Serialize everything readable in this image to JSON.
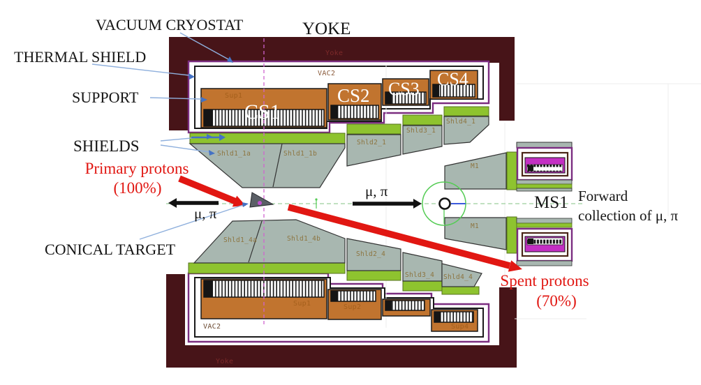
{
  "callouts": {
    "vacuum_cryostat": "VACUUM CRYOSTAT",
    "yoke_title": "YOKE",
    "thermal_shield": "THERMAL SHIELD",
    "support": "SUPPORT",
    "shields": "SHIELDS",
    "conical_target": "CONICAL TARGET"
  },
  "beams": {
    "primary_line1": "Primary protons",
    "primary_line2": "(100%)",
    "spent_line1": "Spent protons",
    "spent_line2": "(70%)",
    "mu_pi": "μ, π",
    "forward_line1": "Forward",
    "forward_line2": "collection of μ, π",
    "ms1": "MS1"
  },
  "parts": {
    "yoke": "Yoke",
    "vac2": "VAC2",
    "cs1": "CS1",
    "cs2": "CS2",
    "cs3": "CS3",
    "cs4": "CS4",
    "sup1": "Sup1",
    "sup2": "Sup2",
    "sup4": "Sup4",
    "shld1_1a": "Shld1_1a",
    "shld1_1b": "Shld1_1b",
    "shld2_1": "Shld2_1",
    "shld3_1": "Shld3_1",
    "shld4_1": "Shld4_1",
    "shld1_4a": "Shld1_4a",
    "shld1_4b": "Shld1_4b",
    "shld2_4": "Shld2_4",
    "shld3_4": "Shld3_4",
    "shld4_4": "Shld4_4",
    "m1": "M1"
  },
  "colors": {
    "yoke_maroon": "#471418",
    "cryostat_purple": "#7b2d80",
    "coil_orange": "#c1742f",
    "shield_green": "#8ec32f",
    "shield_gray": "#a8b7b0",
    "ms1_coil_magenta": "#c32fc3",
    "proton_red": "#e11712",
    "pointer_blue": "#4472c4",
    "axis_green": "#9ccf9c",
    "target_axis_magenta": "#cf63cf"
  }
}
